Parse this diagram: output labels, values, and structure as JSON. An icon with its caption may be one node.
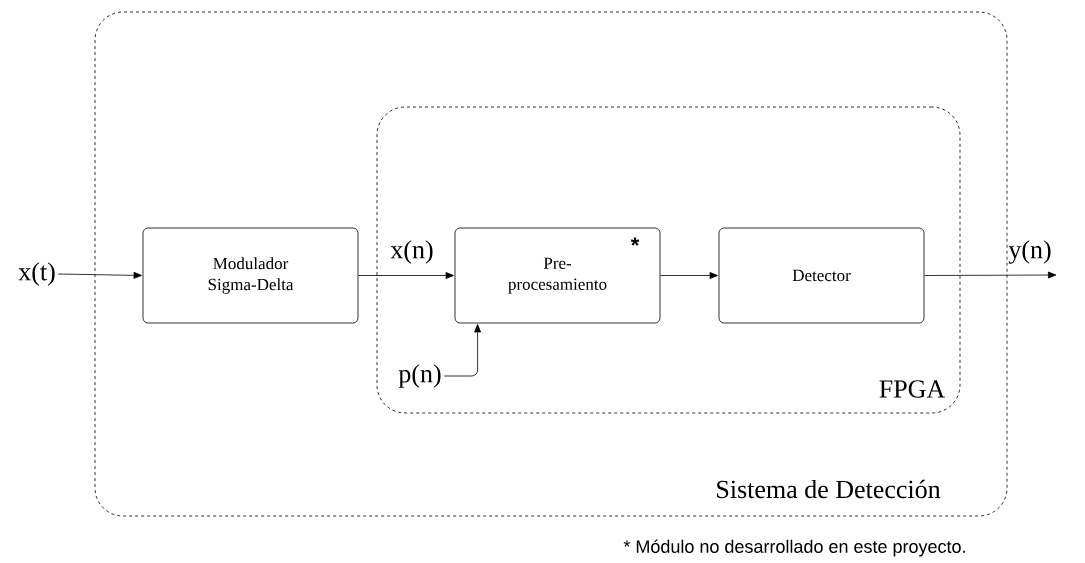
{
  "diagram": {
    "nodes": [
      {
        "text": [
          "Sistema de Detección"
        ]
      },
      {
        "text": [
          "FPGA"
        ],
        "in": 0
      },
      {
        "text": [
          "Modulador Sigma-Delta"
        ],
        "in": 0
      },
      {
        "text": [
          "Pre-procesamiento",
          "*"
        ],
        "in": 1
      },
      {
        "text": [
          "Detector"
        ],
        "in": 1
      },
      {
        "text": [
          "x(t)"
        ]
      },
      {
        "text": [
          "p(n)"
        ],
        "in": 1
      }
    ],
    "edges": [
      {
        "from": 5,
        "to": 2,
        "arrow": "to"
      },
      {
        "from": 2,
        "to": 3,
        "arrow": "to",
        "label": "x(n)"
      },
      {
        "from": 3,
        "to": 4,
        "arrow": "to"
      },
      {
        "from": 4,
        "to": null,
        "arrow": "to",
        "label": "y(n)"
      },
      {
        "from": 6,
        "to": 3,
        "arrow": "to"
      }
    ],
    "labels": [
      "* Módulo no desarrollado en este proyecto."
    ]
  }
}
